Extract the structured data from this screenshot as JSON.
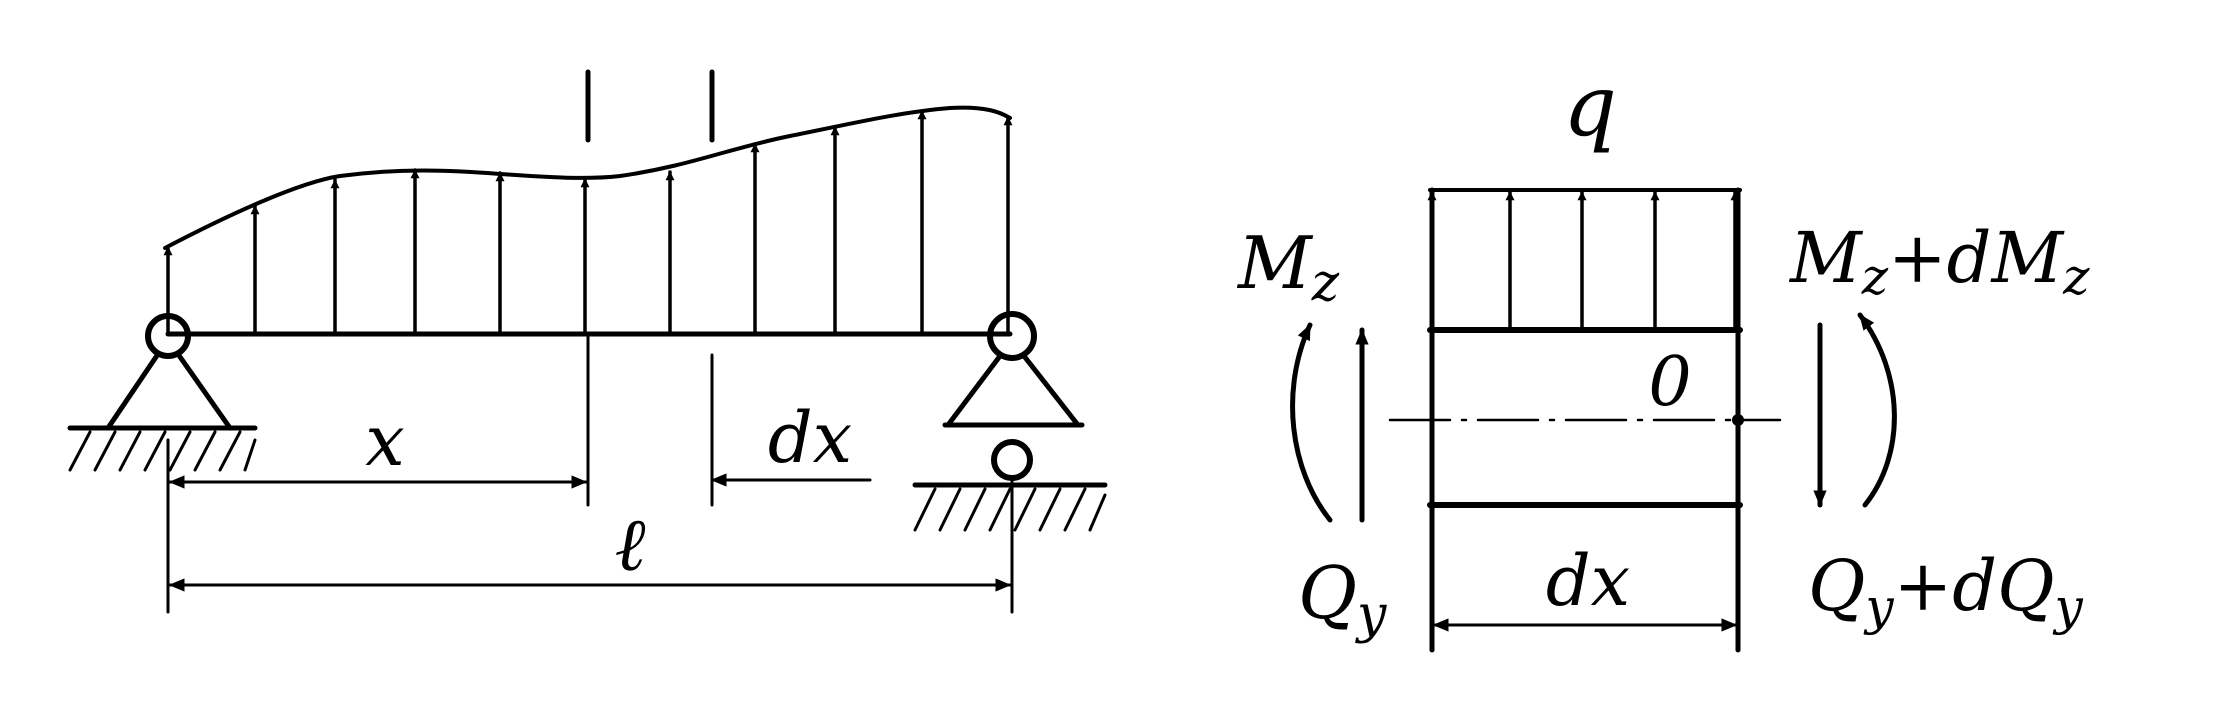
{
  "colors": {
    "ink": "#000000",
    "background": "#ffffff"
  },
  "left_figure": {
    "position_label": "x",
    "element_label": "dx",
    "span_label": "ℓ"
  },
  "right_figure": {
    "load_label": "q",
    "moment_left": "M",
    "moment_left_sub": "z",
    "moment_right_base": "M",
    "moment_right_base_sub": "z",
    "moment_right_plus": "+dM",
    "moment_right_plus_sub": "z",
    "shear_left": "Q",
    "shear_left_sub": "y",
    "shear_right_base": "Q",
    "shear_right_base_sub": "y",
    "shear_right_plus": "+dQ",
    "shear_right_plus_sub": "y",
    "center_label": "0",
    "width_label": "dx"
  }
}
